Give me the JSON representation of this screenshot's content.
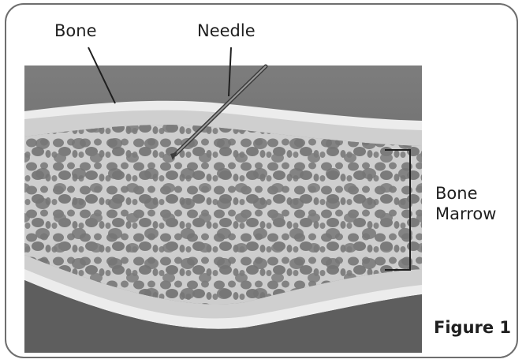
{
  "labels": {
    "bone": "Bone",
    "needle": "Needle",
    "marrow_line1": "Bone",
    "marrow_line2": "Marrow"
  },
  "figure_caption": "Figure 1",
  "colors": {
    "frame": "#6e6e6e",
    "background_dark": "#6b6b6b",
    "cortex": "#e9e9e9",
    "marrow_fill": "#9a9a9a",
    "trabecula": "#d8d8d8",
    "pore": "#7a7a7a",
    "leader_line": "#1f1f1f"
  }
}
